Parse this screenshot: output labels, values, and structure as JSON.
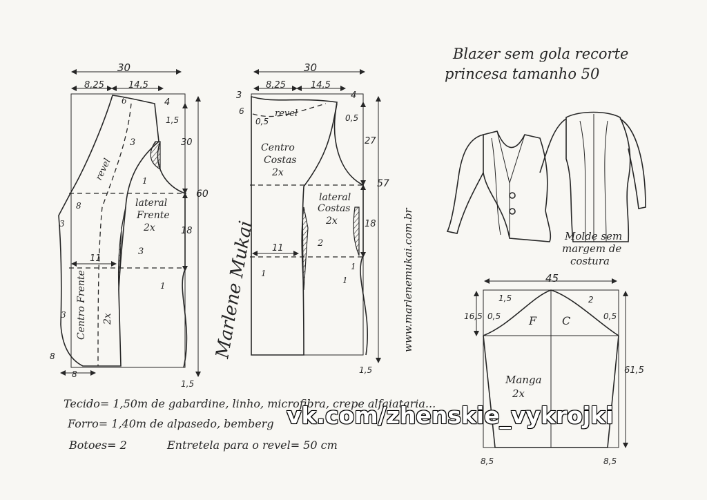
{
  "title": {
    "line1": "Blazer sem gola recorte",
    "line2": "princesa tamanho 50"
  },
  "front_pattern": {
    "width_total": "30",
    "width_left": "8,25",
    "width_right": "14,5",
    "height_total": "60",
    "top_right": "4",
    "shoulder_drop": "1,5",
    "upper_height": "30",
    "lower_height": "18",
    "hem_extra": "1,5",
    "center_label": "Centro Frente",
    "center_qty": "2x",
    "lateral_label_1": "lateral",
    "lateral_label_2": "Frente",
    "lateral_qty": "2x",
    "revel_label": "revel",
    "neck_mark": "6",
    "armhole_mark": "3",
    "side_mark_1": "1",
    "waist_width": "11",
    "waist_mark": "3",
    "hem_side_mark": "1",
    "left_mark_1": "3",
    "left_mark_2": "8",
    "left_mark_3": "3",
    "bottom_left_h": "8",
    "bottom_left_w": "8"
  },
  "back_pattern": {
    "width_total": "30",
    "width_left": "8,25",
    "width_right": "14,5",
    "height_total": "57",
    "top_left": "3",
    "top_right": "4",
    "neck_drop": "6",
    "neck_mark": "0,5",
    "revel_label": "revel",
    "shoulder_mark": "0,5",
    "upper_height": "27",
    "lower_height": "18",
    "hem_extra": "1,5",
    "center_label_1": "Centro",
    "center_label_2": "Costas",
    "center_qty": "2x",
    "lateral_label_1": "lateral",
    "lateral_label_2": "Costas",
    "lateral_qty": "2x",
    "waist_width": "11",
    "waist_mark": "2",
    "mark_left": "1",
    "mark_right": "1",
    "mark_right_2": "1"
  },
  "website": "www.marlenemukai.com.br",
  "signature": "Marlene Mukai",
  "sketch_caption": {
    "line1": "Molde sem",
    "line2": "margem de",
    "line3": "costura"
  },
  "sleeve": {
    "width": "45",
    "cap_height": "16,5",
    "length": "61,5",
    "cap_left": "1,5",
    "cap_right": "2",
    "cap_left_low": "0,5",
    "cap_right_low": "0,5",
    "front_label": "F",
    "back_label": "C",
    "label": "Manga",
    "qty": "2x",
    "hem_left": "8,5",
    "hem_right": "8,5"
  },
  "notes": {
    "fabric": "Tecido= 1,50m de gabardine, linho, microfibra, crepe alfaiataria...",
    "lining": "Forro= 1,40m de alpasedo, bemberg",
    "buttons": "Botoes= 2",
    "interfacing": "Entretela para o revel= 50 cm"
  },
  "watermark": "vk.com/zhenskie_vykrojki"
}
